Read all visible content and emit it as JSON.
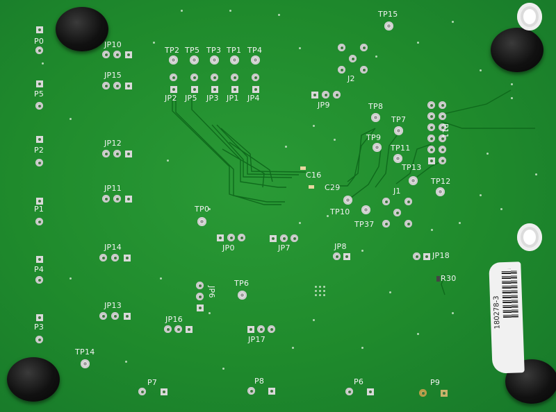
{
  "labels": {
    "P0": "P0",
    "P5": "P5",
    "P2": "P2",
    "P1": "P1",
    "P4": "P4",
    "P3": "P3",
    "P7": "P7",
    "P8": "P8",
    "P6": "P6",
    "P9": "P9",
    "JP10": "JP10",
    "JP15": "JP15",
    "JP12": "JP12",
    "JP11": "JP11",
    "JP14": "JP14",
    "JP13": "JP13",
    "JP16": "JP16",
    "JP17": "JP17",
    "JP6": "JP6",
    "JP0": "JP0",
    "JP7": "JP7",
    "JP8": "JP8",
    "JP18": "JP18",
    "JP9": "JP9",
    "TP2": "TP2",
    "TP5": "TP5",
    "TP3": "TP3",
    "TP1": "TP1",
    "TP4": "TP4",
    "JP2": "JP2",
    "JP5": "JP5",
    "JP3": "JP3",
    "JP1": "JP1",
    "JP4": "JP4",
    "TP15": "TP15",
    "J2": "J2",
    "TP8": "TP8",
    "TP7": "TP7",
    "TP9": "TP9",
    "TP11": "TP11",
    "TP13": "TP13",
    "TP12": "TP12",
    "P11": "P11",
    "J1": "J1",
    "TP10": "TP10",
    "TP37": "TP37",
    "TP0": "TP0",
    "TP6": "TP6",
    "TP14": "TP14",
    "C16": "C16",
    "C29": "C29",
    "R30": "R30"
  },
  "barcode_text": "180278-3",
  "colors": {
    "board": "#1f8a2c",
    "silkscreen": "#f4f4f4",
    "pad": "#e3e3e3",
    "rubber_foot": "#111111"
  }
}
